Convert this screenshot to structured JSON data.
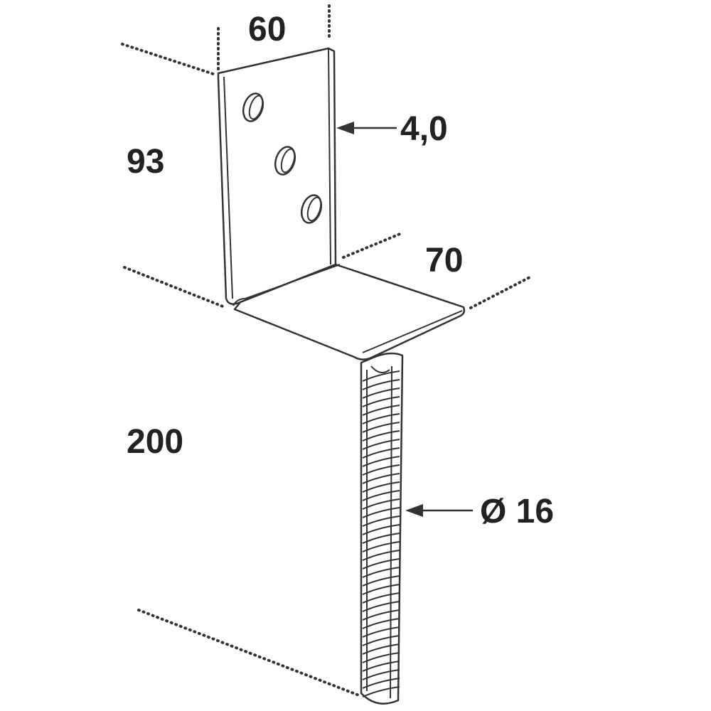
{
  "dimensions": {
    "width_top": "60",
    "height_plate": "93",
    "thickness": "4,0",
    "depth_base": "70",
    "rod_length": "200",
    "rod_diameter": "Ø 16"
  },
  "colors": {
    "line": "#333333",
    "text": "#222222",
    "background": "#ffffff"
  }
}
